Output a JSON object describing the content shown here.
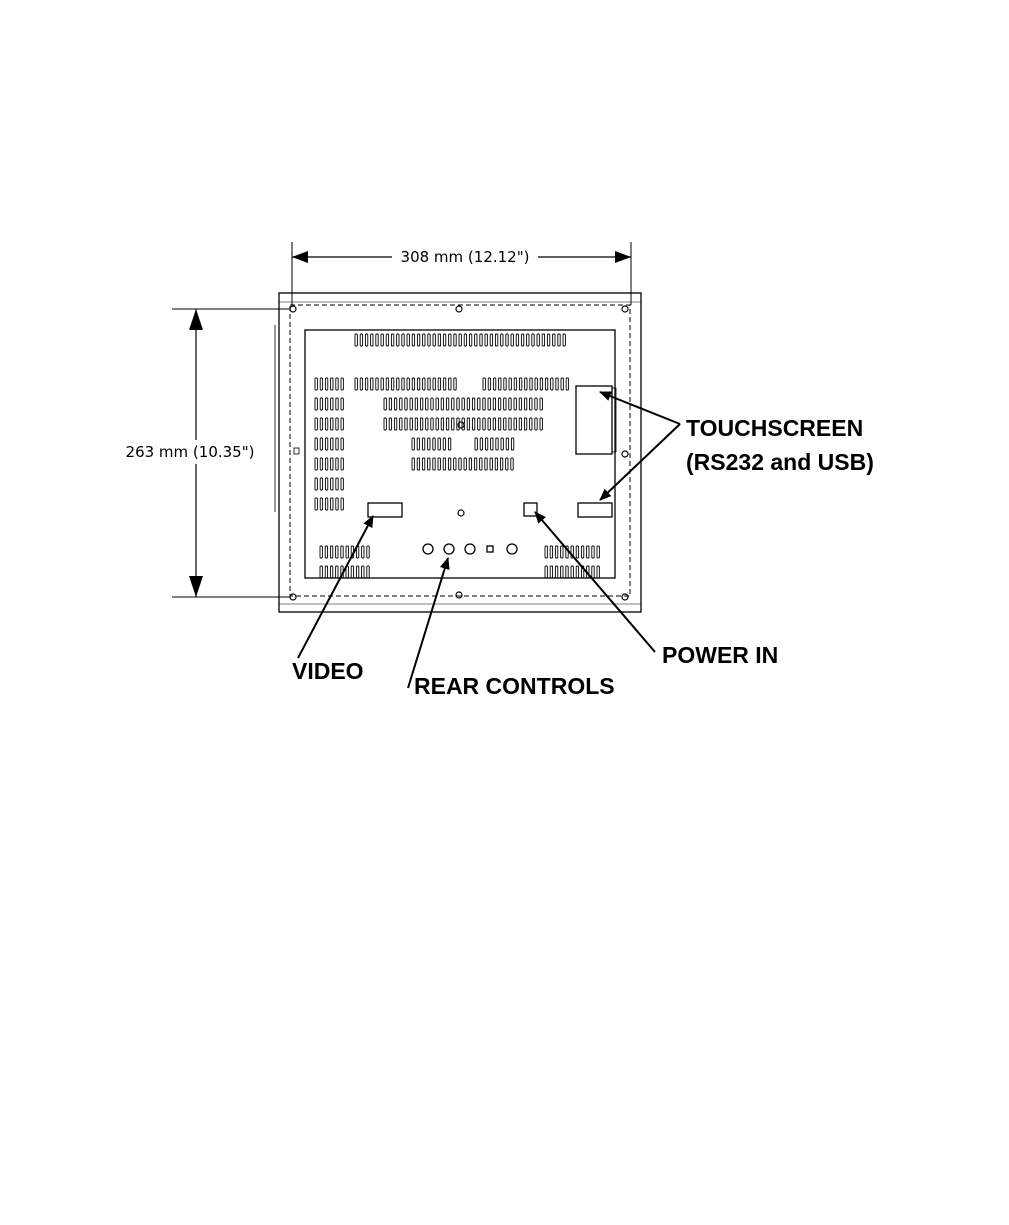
{
  "dimensions": {
    "width": "308 mm (12.12\")",
    "height": "263 mm (10.35\")"
  },
  "callouts": {
    "touchscreen_line1": "TOUCHSCREEN",
    "touchscreen_line2": "(RS232 and USB)",
    "video": "VIDEO",
    "rear_controls": "REAR CONTROLS",
    "power_in": "POWER IN"
  }
}
